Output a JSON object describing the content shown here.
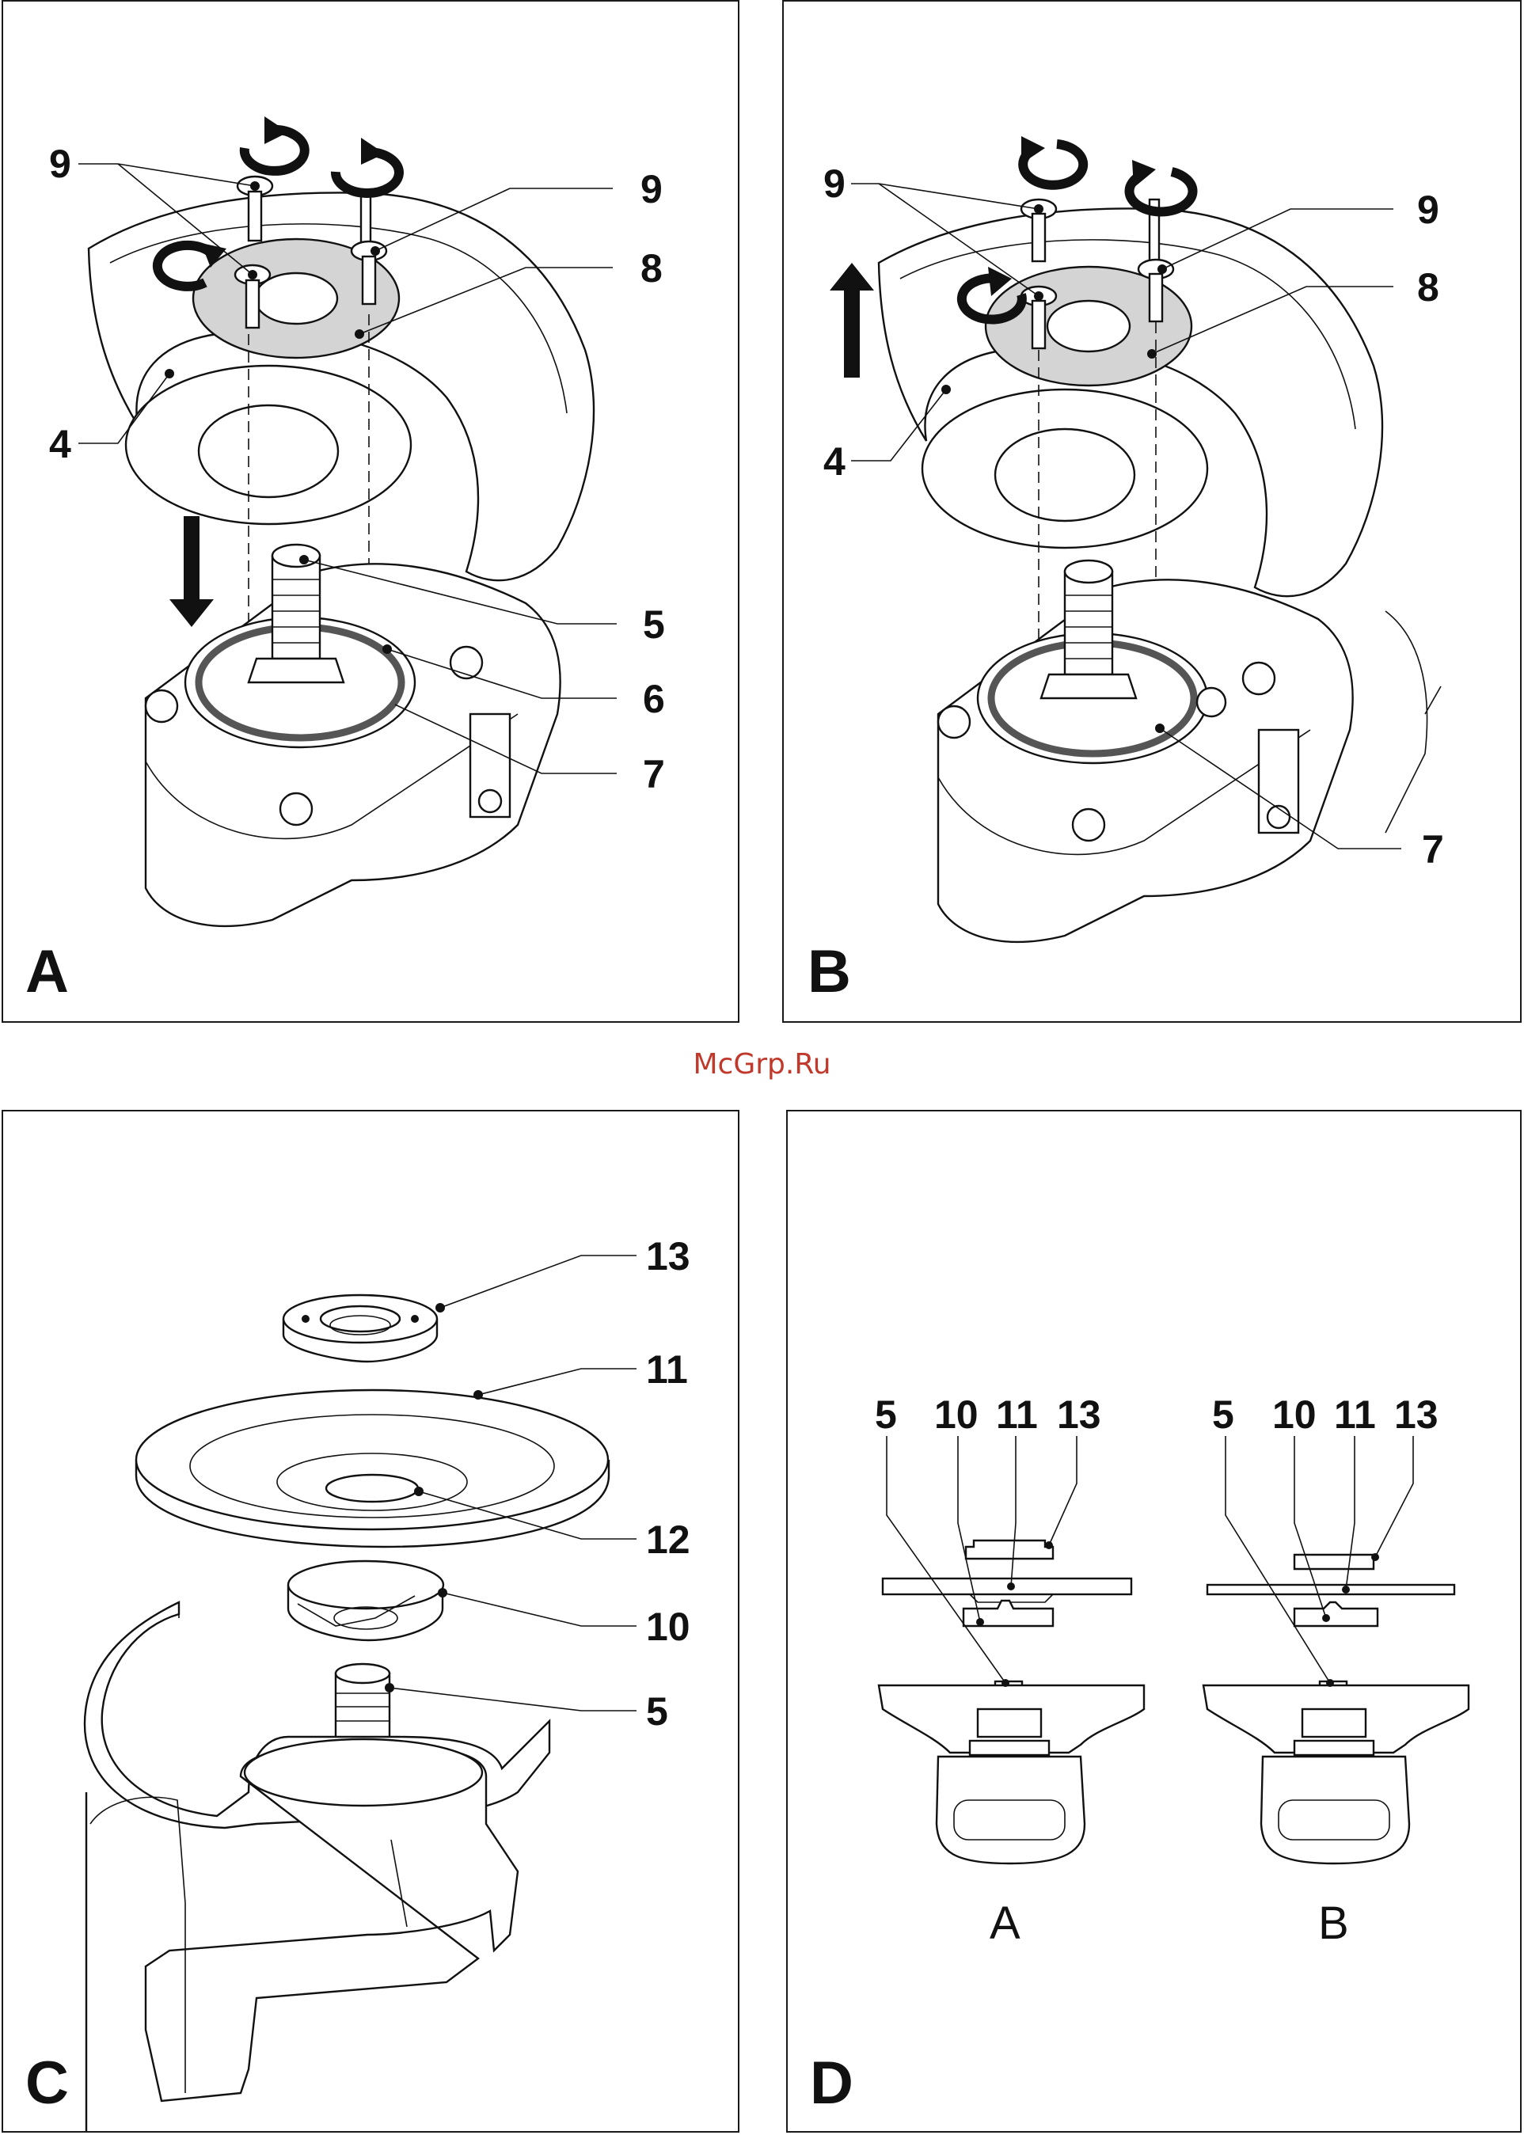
{
  "panels": {
    "A": {
      "letter": "A",
      "callouts": {
        "c9a": "9",
        "c9b": "9",
        "c8": "8",
        "c4": "4",
        "c5": "5",
        "c6": "6",
        "c7": "7"
      }
    },
    "B": {
      "letter": "B",
      "callouts": {
        "c9a": "9",
        "c9b": "9",
        "c8": "8",
        "c4": "4",
        "c7": "7"
      }
    },
    "C": {
      "letter": "C",
      "callouts": {
        "c13": "13",
        "c11": "11",
        "c12": "12",
        "c10": "10",
        "c5": "5"
      }
    },
    "D": {
      "letter": "D",
      "left": {
        "c5": "5",
        "c10": "10",
        "c11": "11",
        "c13": "13",
        "caption": "A"
      },
      "right": {
        "c5": "5",
        "c10": "10",
        "c11": "11",
        "c13": "13",
        "caption": "B"
      }
    }
  },
  "watermark": "McGrp.Ru"
}
